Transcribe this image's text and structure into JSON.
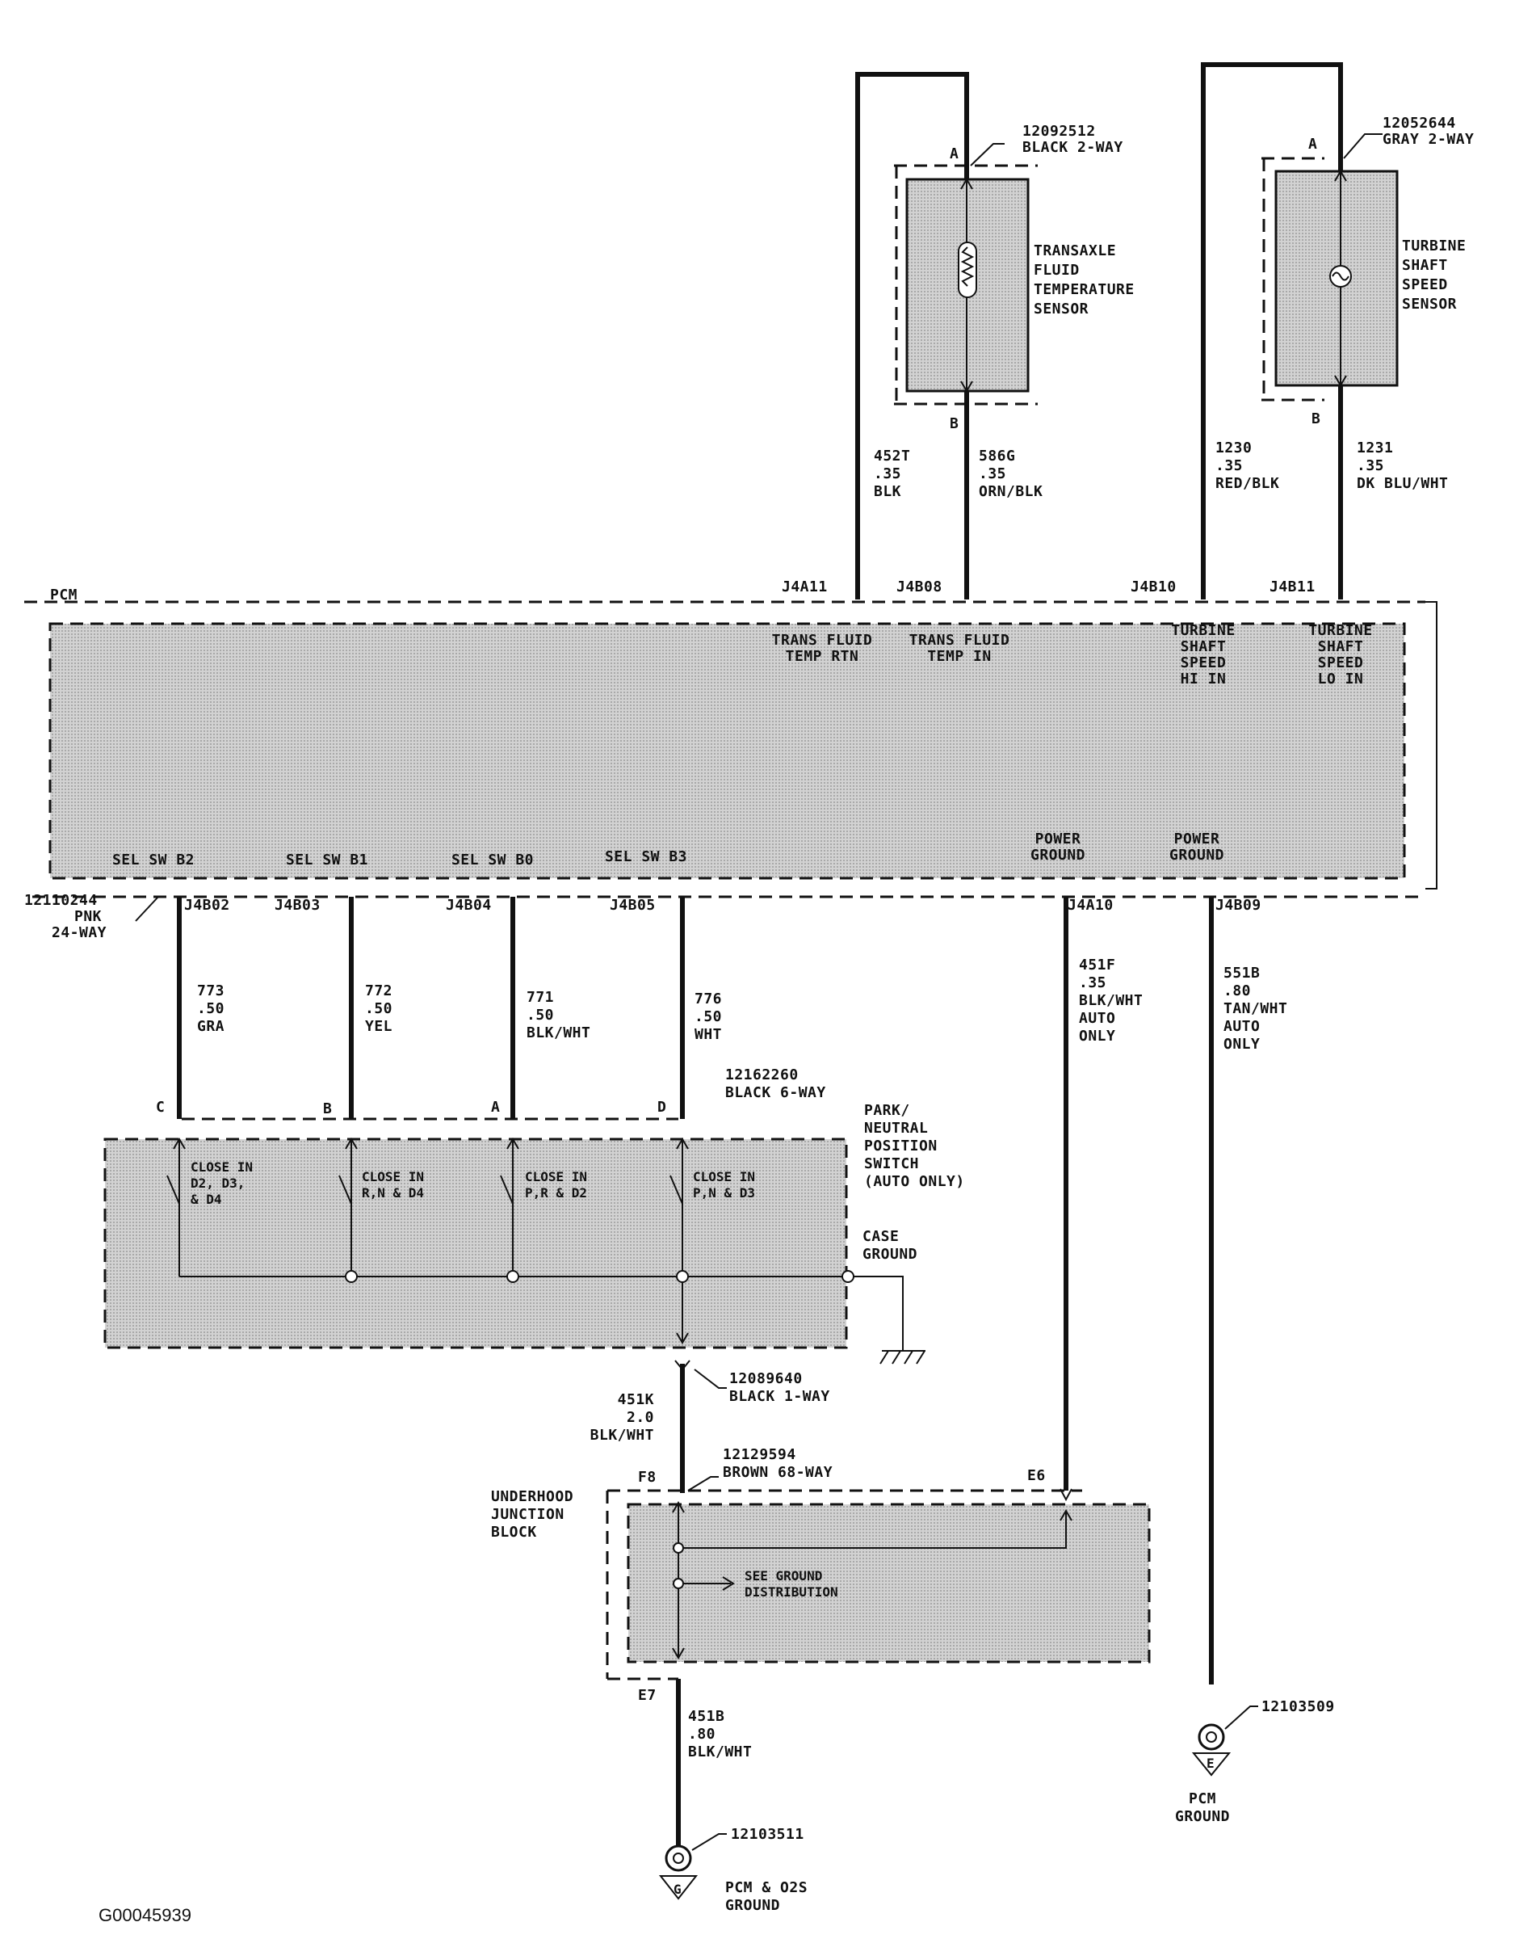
{
  "figure_id": "G00045939",
  "pcm": {
    "title": "PCM",
    "connector_top_left": [
      "12110244",
      "PNK",
      "24-WAY"
    ],
    "top_pins": [
      {
        "pin": "J4A11",
        "function": [
          "TRANS FLUID",
          "TEMP RTN"
        ]
      },
      {
        "pin": "J4B08",
        "function": [
          "TRANS FLUID",
          "TEMP IN"
        ]
      },
      {
        "pin": "J4B10",
        "function": [
          "TURBINE",
          "SHAFT",
          "SPEED",
          "HI IN"
        ]
      },
      {
        "pin": "J4B11",
        "function": [
          "TURBINE",
          "SHAFT",
          "SPEED",
          "LO IN"
        ]
      }
    ],
    "bottom_pins": [
      {
        "pin": "J4B02",
        "function": [
          "SEL SW B2"
        ]
      },
      {
        "pin": "J4B03",
        "function": [
          "SEL SW B1"
        ]
      },
      {
        "pin": "J4B04",
        "function": [
          "SEL SW B0"
        ]
      },
      {
        "pin": "J4B05",
        "function": [
          "SEL SW B3"
        ]
      },
      {
        "pin": "J4A10",
        "function": [
          "POWER",
          "GROUND"
        ]
      },
      {
        "pin": "J4B09",
        "function": [
          "POWER",
          "GROUND"
        ]
      }
    ]
  },
  "sensors": [
    {
      "name": [
        "TRANSAXLE",
        "FLUID",
        "TEMPERATURE",
        "SENSOR"
      ],
      "connector": [
        "12092512",
        "BLACK 2-WAY"
      ],
      "pin_top": "A",
      "pin_bottom": "B",
      "symbol": "thermistor-icon"
    },
    {
      "name": [
        "TURBINE",
        "SHAFT",
        "SPEED",
        "SENSOR"
      ],
      "connector": [
        "12052644",
        "GRAY 2-WAY"
      ],
      "pin_top": "A",
      "pin_bottom": "B",
      "symbol": "speed-sensor-icon"
    }
  ],
  "top_wires": [
    {
      "circuit": [
        "452T",
        ".35",
        "BLK"
      ]
    },
    {
      "circuit": [
        "586G",
        ".35",
        "ORN/BLK"
      ]
    },
    {
      "circuit": [
        "1230",
        ".35",
        "RED/BLK"
      ]
    },
    {
      "circuit": [
        "1231",
        ".35",
        "DK BLU/WHT"
      ]
    }
  ],
  "select_wires": [
    {
      "circuit": [
        "773",
        ".50",
        "GRA"
      ],
      "pin": "C"
    },
    {
      "circuit": [
        "772",
        ".50",
        "YEL"
      ],
      "pin": "B"
    },
    {
      "circuit": [
        "771",
        ".50",
        "BLK/WHT"
      ],
      "pin": "A"
    },
    {
      "circuit": [
        "776",
        ".50",
        "WHT"
      ],
      "pin": "D"
    }
  ],
  "ground_wires": [
    {
      "circuit": [
        "451F",
        ".35",
        "BLK/WHT",
        "AUTO",
        "ONLY"
      ]
    },
    {
      "circuit": [
        "551B",
        ".80",
        "TAN/WHT",
        "AUTO",
        "ONLY"
      ]
    }
  ],
  "pn_switch": {
    "name": [
      "PARK/",
      "NEUTRAL",
      "POSITION",
      "SWITCH",
      "(AUTO ONLY)"
    ],
    "connector": [
      "12162260",
      "BLACK 6-WAY"
    ],
    "contacts": [
      [
        "CLOSE IN",
        "D2, D3,",
        "& D4"
      ],
      [
        "CLOSE IN",
        "R,N & D4"
      ],
      [
        "CLOSE IN",
        "P,R & D2"
      ],
      [
        "CLOSE IN",
        "P,N & D3"
      ]
    ],
    "case_ground": [
      "CASE",
      "GROUND"
    ],
    "out_connector": [
      "12089640",
      "BLACK 1-WAY"
    ]
  },
  "wire_451k": [
    "451K",
    "2.0",
    "BLK/WHT"
  ],
  "junction_block": {
    "name": [
      "UNDERHOOD",
      "JUNCTION",
      "BLOCK"
    ],
    "connector": [
      "12129594",
      "BROWN 68-WAY"
    ],
    "pin_f8": "F8",
    "pin_e6": "E6",
    "pin_e7": "E7",
    "see_ground": [
      "SEE GROUND",
      "DISTRIBUTION"
    ]
  },
  "wire_451b": [
    "451B",
    ".80",
    "BLK/WHT"
  ],
  "grounds": [
    {
      "part": "12103511",
      "letter": "G",
      "name": [
        "PCM & O2S",
        "GROUND"
      ]
    },
    {
      "part": "12103509",
      "letter": "E",
      "name": [
        "PCM",
        "GROUND"
      ]
    }
  ]
}
